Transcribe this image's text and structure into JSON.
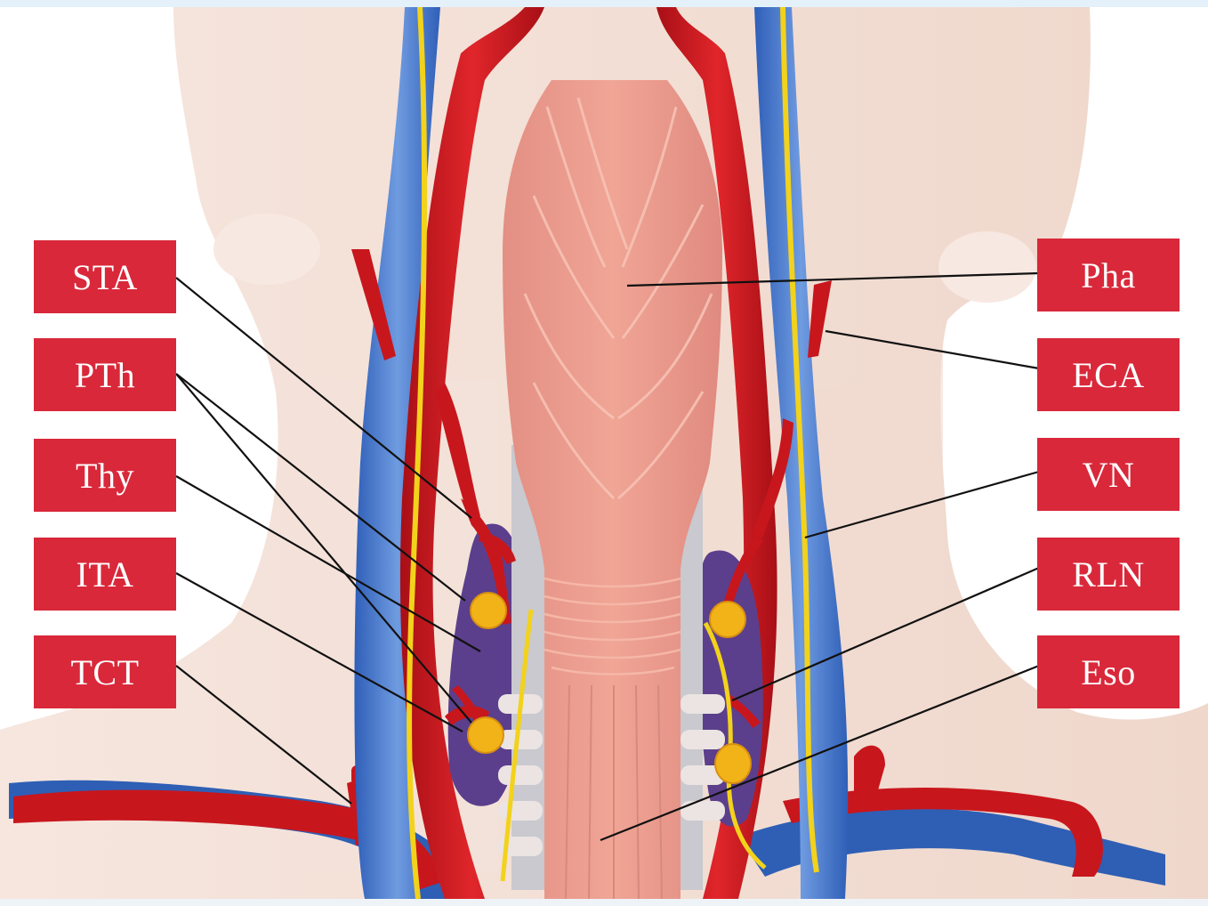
{
  "labels_left": [
    {
      "id": "sta",
      "text": "STA"
    },
    {
      "id": "pth",
      "text": "PTh"
    },
    {
      "id": "thy",
      "text": "Thy"
    },
    {
      "id": "ita",
      "text": "ITA"
    },
    {
      "id": "tct",
      "text": "TCT"
    }
  ],
  "labels_right": [
    {
      "id": "pha",
      "text": "Pha"
    },
    {
      "id": "eca",
      "text": "ECA"
    },
    {
      "id": "vn",
      "text": "VN"
    },
    {
      "id": "rln",
      "text": "RLN"
    },
    {
      "id": "eso",
      "text": "Eso"
    }
  ],
  "colors": {
    "label_bg": "#d9283a",
    "label_text": "#ffffff",
    "artery": "#c8161d",
    "vein": "#3f6fc6",
    "nerve": "#f2d21b",
    "thyroid": "#5b3f8c",
    "parathyroid": "#f2b318",
    "pharynx": "#e9958a",
    "skin": "#f3ddd2"
  }
}
